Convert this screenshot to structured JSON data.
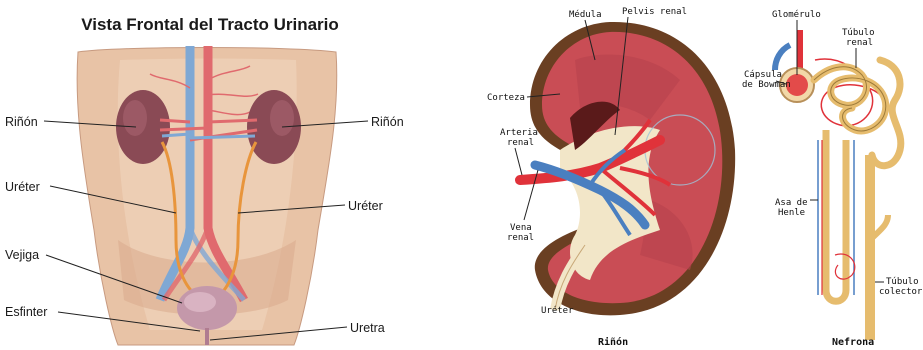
{
  "left_panel": {
    "title": "Vista Frontal del Tracto Urinario",
    "labels": {
      "kidney_left": "Riñón",
      "kidney_right": "Riñón",
      "ureter_left": "Uréter",
      "ureter_right": "Uréter",
      "bladder": "Vejiga",
      "sphincter": "Esfinter",
      "urethra": "Uretra"
    }
  },
  "kidney_panel": {
    "labels": {
      "medulla": "Médula",
      "renal_pelvis": "Pelvis renal",
      "cortex": "Corteza",
      "renal_artery_1": "Arteria",
      "renal_artery_2": "renal",
      "renal_vein_1": "Vena",
      "renal_vein_2": "renal",
      "ureter": "Uréter",
      "caption": "Riñón"
    }
  },
  "nephron_panel": {
    "labels": {
      "glomerulus": "Glomérulo",
      "tubule_1": "Túbulo",
      "tubule_2": "renal",
      "bowman_1": "Cápsula",
      "bowman_2": "de Bowman",
      "henle_1": "Asa de",
      "henle_2": "Henle",
      "collecting_1": "Túbulo",
      "collecting_2": "colector",
      "caption": "Nefrona"
    }
  },
  "colors": {
    "skin": "#e6c0a2",
    "kidney": "#8b4a55",
    "artery": "#e0424a",
    "vein": "#5a8fc8",
    "ureter": "#e8953c",
    "renal_tissue": "#c84a52",
    "capsule_dark": "#5a3520",
    "tubule": "#e6bc6e"
  }
}
